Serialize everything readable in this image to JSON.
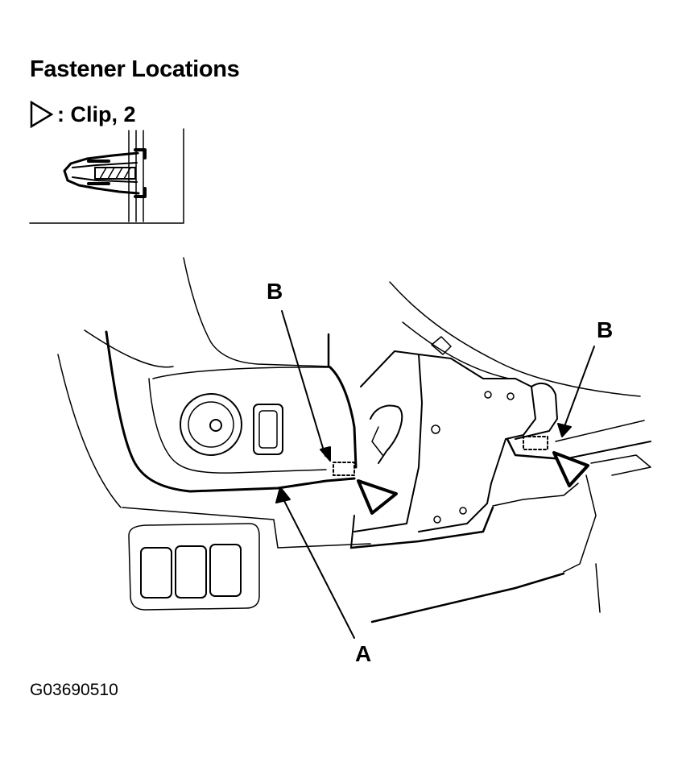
{
  "title": "Fastener Locations",
  "legend": {
    "symbol_icon": "triangle-outline-icon",
    "text": ": Clip, 2"
  },
  "callouts": {
    "b_left": "B",
    "b_right": "B",
    "a": "A"
  },
  "figure_id": "G03690510"
}
